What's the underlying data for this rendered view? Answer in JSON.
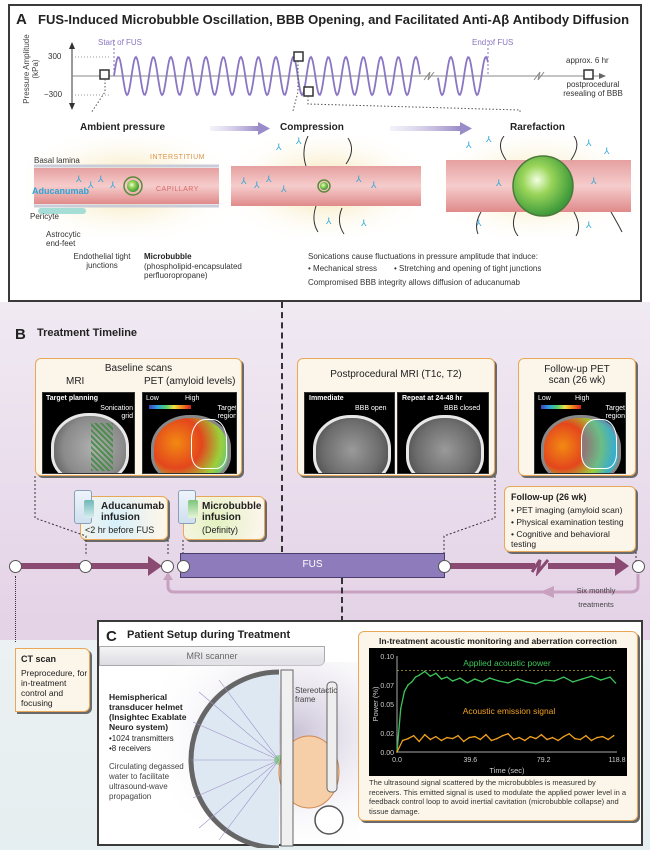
{
  "panel_a": {
    "letter": "A",
    "title": "FUS-Induced Microbubble Oscillation, BBB Opening, and Facilitated Anti-Aβ Antibody Diffusion",
    "waveform": {
      "y_axis_label": "Pressure Amplitude (kPa)",
      "y_ticks": [
        "300",
        "−300"
      ],
      "start_label": "Start of FUS",
      "end_label": "End of FUS",
      "time_label": "approx. 6 hr",
      "resealing_label": "postprocedural resealing of BBB"
    },
    "stages": [
      {
        "label": "Ambient pressure"
      },
      {
        "label": "Compression"
      },
      {
        "label": "Rarefaction"
      }
    ],
    "anatomy_labels": {
      "basal_lamina": "Basal lamina",
      "interstitium": "INTERSTITIUM",
      "aducanumab": "Aducanumab",
      "capillary": "CAPILLARY",
      "pericyte": "Pericyte",
      "astrocytic": "Astrocytic end-feet",
      "endothelial": "Endothelial tight junctions",
      "microbubble_title": "Microbubble",
      "microbubble_desc": "(phospholipid-encapsulated perfluoropropane)"
    },
    "sonication_text": {
      "intro": "Sonications cause fluctuations in pressure amplitude that induce:",
      "bullet_1": "• Mechanical stress",
      "bullet_2": "• Stretching and opening of tight junctions",
      "conclusion": "Compromised BBB integrity allows diffusion of aducanumab"
    }
  },
  "panel_b": {
    "letter": "B",
    "title": "Treatment Timeline",
    "baseline": {
      "title": "Baseline scans",
      "mri_label": "MRI",
      "pet_label": "PET (amyloid levels)",
      "mri_scan_caption": "Target planning",
      "mri_grid_label": "Sonication grid",
      "pet_low": "Low",
      "pet_high": "High",
      "pet_target": "Target region"
    },
    "postprocedural": {
      "title": "Postprocedural MRI (T1c, T2)",
      "immediate_label": "Immediate",
      "immediate_note": "BBB open",
      "repeat_label": "Repeat at 24-48 hr",
      "repeat_note": "BBB closed"
    },
    "followup_pet": {
      "title": "Follow-up PET scan (26 wk)",
      "low": "Low",
      "high": "High",
      "target": "Target region"
    },
    "aducanumab_infusion": {
      "title": "Aducanumab infusion",
      "note": "<2 hr before FUS"
    },
    "microbubble_infusion": {
      "title": "Microbubble infusion",
      "note": "(Definity)"
    },
    "followup": {
      "title": "Follow-up (26 wk)",
      "items": [
        "• PET imaging (amyloid scan)",
        "• Physical examination testing",
        "• Cognitive and behavioral testing"
      ]
    },
    "fus_label": "FUS",
    "repeat_label": "Six monthly treatments",
    "ct_scan": {
      "title": "CT scan",
      "desc": "Preprocedure, for in-treatment control and focusing"
    }
  },
  "panel_c": {
    "letter": "C",
    "title": "Patient Setup during Treatment",
    "mri_scanner": "MRI scanner",
    "helmet_title": "Hemispherical transducer helmet (Insightec Exablate Neuro system)",
    "helmet_specs": [
      "•1024 transmitters",
      "•8 receivers"
    ],
    "water_note": "Circulating degassed water to facilitate ultrasound-wave propagation",
    "frame_label": "Stereotactic frame",
    "chart_title": "In-treatment acoustic monitoring and aberration correction",
    "chart_caption": "The ultrasound signal scattered by the microbubbles is measured by receivers. This emitted signal is used to modulate the applied power level in a feedback control loop to avoid inertial cavitation (microbubble collapse) and tissue damage."
  },
  "colors": {
    "wave": "#8a76c2",
    "timeline": "#8a4a72",
    "fus_bar": "#8e7bbb",
    "card_border": "#e8a857",
    "antibody": "#2aa6d8",
    "applied_power": "#3cc45a",
    "emission": "#f0a020"
  },
  "chart_data": {
    "type": "line",
    "title": "In-treatment acoustic monitoring and aberration correction",
    "xlabel": "Time (sec)",
    "ylabel": "Power (%)",
    "x_ticks": [
      "0.0",
      "39.6",
      "79.2",
      "118.8"
    ],
    "y_ticks": [
      "0.00",
      "0.02",
      "0.05",
      "0.07",
      "0.10"
    ],
    "xlim": [
      0,
      118.8
    ],
    "ylim": [
      0,
      0.1
    ],
    "threshold": 0.085,
    "series": [
      {
        "name": "Applied acoustic power",
        "x": [
          0,
          2,
          4,
          6,
          8,
          10,
          12,
          15,
          18,
          21,
          24,
          27,
          30,
          34,
          38,
          42,
          46,
          50,
          55,
          60,
          65,
          70,
          75,
          80,
          85,
          90,
          95,
          100,
          105,
          110,
          115,
          118
        ],
        "values": [
          0.0,
          0.045,
          0.063,
          0.07,
          0.073,
          0.078,
          0.08,
          0.084,
          0.079,
          0.082,
          0.076,
          0.078,
          0.074,
          0.077,
          0.072,
          0.076,
          0.073,
          0.077,
          0.074,
          0.072,
          0.076,
          0.073,
          0.071,
          0.075,
          0.074,
          0.078,
          0.073,
          0.076,
          0.079,
          0.075,
          0.078,
          0.072
        ]
      },
      {
        "name": "Acoustic emission signal",
        "x": [
          0,
          3,
          6,
          9,
          12,
          15,
          18,
          21,
          24,
          27,
          30,
          33,
          36,
          39,
          42,
          45,
          48,
          51,
          54,
          57,
          60,
          63,
          66,
          69,
          72,
          75,
          78,
          81,
          84,
          87,
          90,
          93,
          96,
          99,
          102,
          105,
          108,
          111,
          114,
          117
        ],
        "values": [
          0.0,
          0.012,
          0.014,
          0.017,
          0.011,
          0.018,
          0.013,
          0.016,
          0.012,
          0.015,
          0.014,
          0.017,
          0.011,
          0.015,
          0.016,
          0.013,
          0.018,
          0.012,
          0.014,
          0.017,
          0.019,
          0.013,
          0.015,
          0.012,
          0.016,
          0.014,
          0.018,
          0.013,
          0.015,
          0.012,
          0.016,
          0.019,
          0.014,
          0.013,
          0.017,
          0.012,
          0.015,
          0.016,
          0.013,
          0.017
        ]
      }
    ]
  }
}
